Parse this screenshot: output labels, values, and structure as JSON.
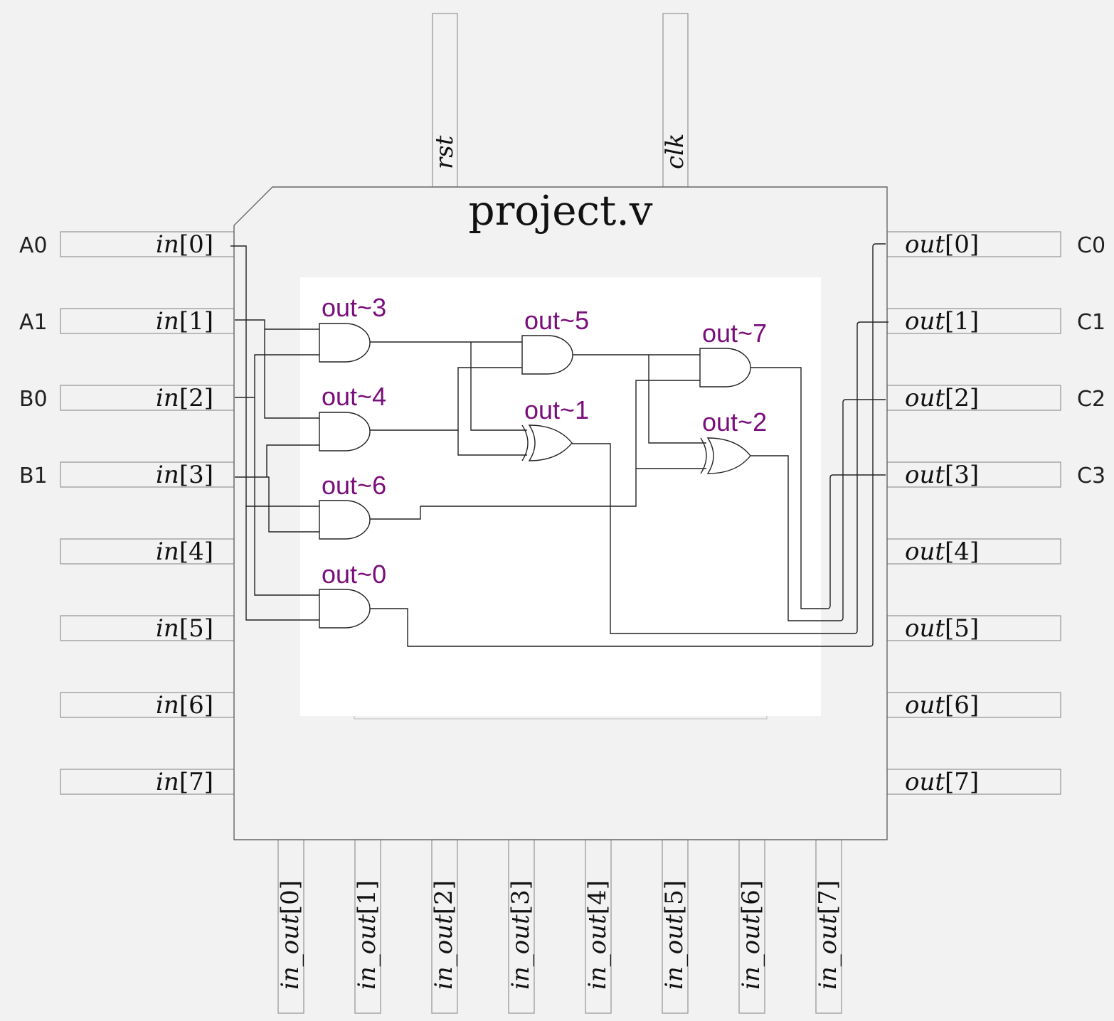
{
  "chip": {
    "title": "project.v"
  },
  "top_pins": [
    {
      "id": "rst",
      "name": "rst"
    },
    {
      "id": "clk",
      "name": "clk"
    }
  ],
  "left_pins": [
    {
      "index": "0",
      "signal": "A0"
    },
    {
      "index": "1",
      "signal": "A1"
    },
    {
      "index": "2",
      "signal": "B0"
    },
    {
      "index": "3",
      "signal": "B1"
    },
    {
      "index": "4",
      "signal": ""
    },
    {
      "index": "5",
      "signal": ""
    },
    {
      "index": "6",
      "signal": ""
    },
    {
      "index": "7",
      "signal": ""
    }
  ],
  "right_pins": [
    {
      "index": "0",
      "signal": "C0"
    },
    {
      "index": "1",
      "signal": "C1"
    },
    {
      "index": "2",
      "signal": "C2"
    },
    {
      "index": "3",
      "signal": "C3"
    },
    {
      "index": "4",
      "signal": ""
    },
    {
      "index": "5",
      "signal": ""
    },
    {
      "index": "6",
      "signal": ""
    },
    {
      "index": "7",
      "signal": ""
    }
  ],
  "bottom_pins": [
    "0",
    "1",
    "2",
    "3",
    "4",
    "5",
    "6",
    "7"
  ],
  "pin_names": {
    "in": "in",
    "out": "out",
    "in_out": "in_out"
  },
  "gates": [
    {
      "id": "g3",
      "label": "out~3",
      "type": "AND"
    },
    {
      "id": "g4",
      "label": "out~4",
      "type": "AND"
    },
    {
      "id": "g6",
      "label": "out~6",
      "type": "AND"
    },
    {
      "id": "g0",
      "label": "out~0",
      "type": "AND"
    },
    {
      "id": "g5",
      "label": "out~5",
      "type": "AND"
    },
    {
      "id": "g1",
      "label": "out~1",
      "type": "XOR"
    },
    {
      "id": "g7",
      "label": "out~7",
      "type": "AND"
    },
    {
      "id": "g2",
      "label": "out~2",
      "type": "XOR"
    }
  ],
  "colors": {
    "gate_label": "#7a0e7a",
    "background": "#f2f2f2",
    "pin_border": "#9a9a9a"
  }
}
